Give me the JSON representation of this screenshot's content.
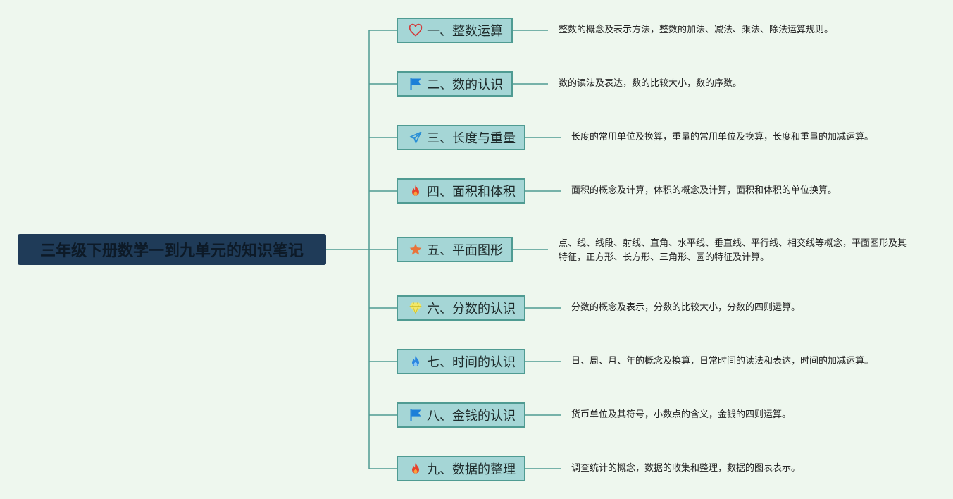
{
  "root": {
    "title": "三年级下册数学一到九单元的知识笔记"
  },
  "colors": {
    "root_bg": "#1f3b58",
    "node_bg": "#a5d6d6",
    "node_border": "#4f9b92",
    "line": "#4f9b92",
    "background": "#eef7ee"
  },
  "branches": [
    {
      "label": "一、整数运算",
      "icon": "heart-icon",
      "desc": "整数的概念及表示方法，整数的加法、减法、乘法、除法运算规则。"
    },
    {
      "label": "二、数的认识",
      "icon": "flag-icon",
      "desc": "数的读法及表达，数的比较大小，数的序数。"
    },
    {
      "label": "三、长度与重量",
      "icon": "paper-plane-icon",
      "desc": "长度的常用单位及换算，重量的常用单位及换算，长度和重量的加减运算。"
    },
    {
      "label": "四、面积和体积",
      "icon": "fire-icon",
      "desc": "面积的概念及计算，体积的概念及计算，面积和体积的单位换算。"
    },
    {
      "label": "五、平面图形",
      "icon": "star-icon",
      "desc": "点、线、线段、射线、直角、水平线、垂直线、平行线、相交线等概念，平面图形及其特征，正方形、长方形、三角形、圆的特征及计算。"
    },
    {
      "label": "六、分数的认识",
      "icon": "gem-icon",
      "desc": "分数的概念及表示，分数的比较大小，分数的四则运算。"
    },
    {
      "label": "七、时间的认识",
      "icon": "drop-flame-icon",
      "desc": "日、周、月、年的概念及换算，日常时间的读法和表达，时间的加减运算。"
    },
    {
      "label": "八、金钱的认识",
      "icon": "flag-icon",
      "desc": "货币单位及其符号，小数点的含义，金钱的四则运算。"
    },
    {
      "label": "九、数据的整理",
      "icon": "fire-icon",
      "desc": "调查统计的概念，数据的收集和整理，数据的图表表示。"
    }
  ]
}
